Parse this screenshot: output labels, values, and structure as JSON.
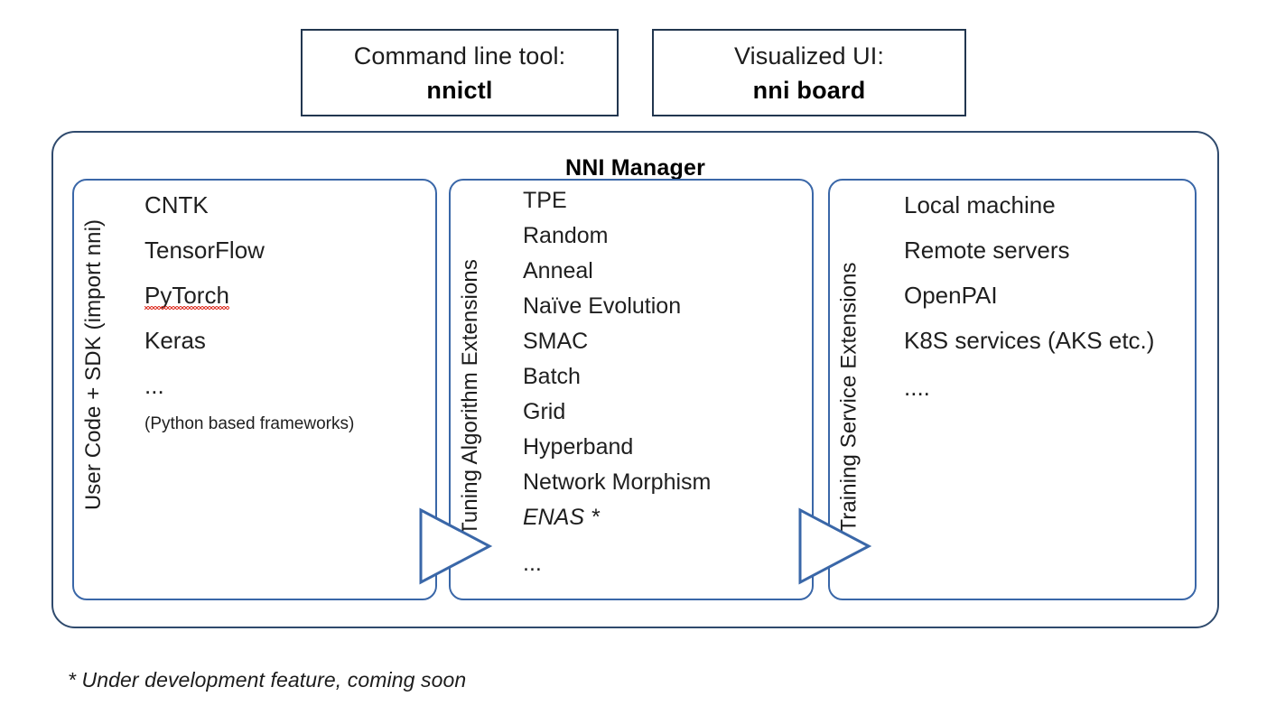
{
  "top_boxes": [
    {
      "caption": "Command line tool:",
      "name": "nnictl"
    },
    {
      "caption": "Visualized UI:",
      "name": "nni board"
    }
  ],
  "nni_manager": {
    "title": "NNI Manager",
    "columns": [
      {
        "side_label": "User Code + SDK (import nni)",
        "items": [
          {
            "text": "CNTK"
          },
          {
            "text": "TensorFlow"
          },
          {
            "text": "PyTorch",
            "spellcheck": true
          },
          {
            "text": "Keras"
          },
          {
            "text": "..."
          },
          {
            "text": "(Python based frameworks)"
          }
        ]
      },
      {
        "side_label": "Tuning Algorithm Extensions",
        "items": [
          {
            "text": "TPE"
          },
          {
            "text": "Random"
          },
          {
            "text": "Anneal"
          },
          {
            "text": "Naïve Evolution"
          },
          {
            "text": "SMAC"
          },
          {
            "text": "Batch"
          },
          {
            "text": "Grid"
          },
          {
            "text": "Hyperband"
          },
          {
            "text": "Network Morphism"
          },
          {
            "text": "ENAS *",
            "italic": true
          },
          {
            "text": "..."
          }
        ]
      },
      {
        "side_label": "Training Service Extensions",
        "items": [
          {
            "text": "Local machine"
          },
          {
            "text": "Remote servers"
          },
          {
            "text": "OpenPAI"
          },
          {
            "text": "K8S services (AKS etc.)"
          },
          {
            "text": "...."
          }
        ]
      }
    ]
  },
  "footnote": "* Under development feature, coming soon",
  "colors": {
    "outer_border": "#2f4a6d",
    "inner_border": "#3a67a8",
    "top_box_border": "#22364f",
    "arrow_stroke": "#3a67a8",
    "text": "#1c1c1c",
    "spellcheck_underline": "#e03c31"
  }
}
